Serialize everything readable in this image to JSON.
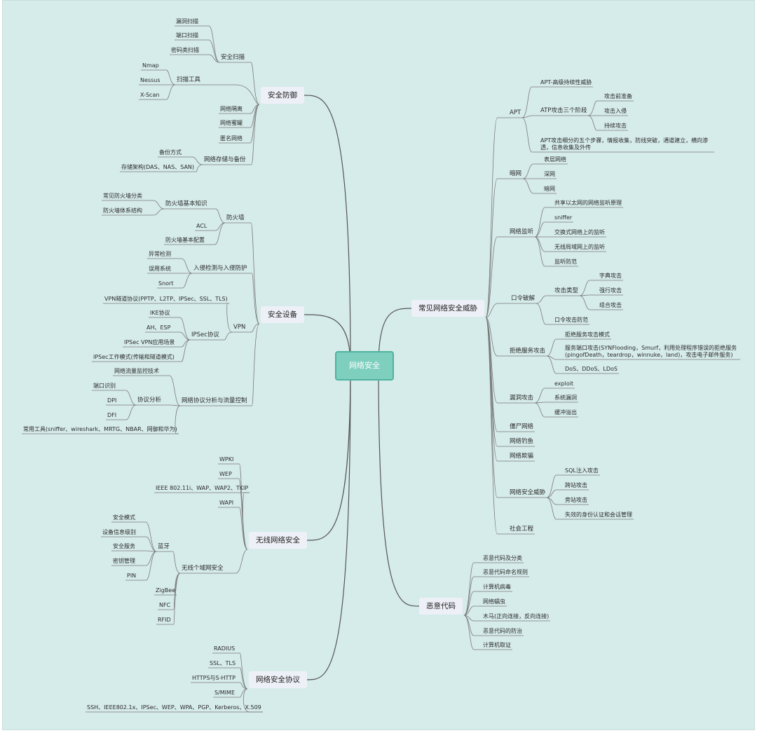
{
  "center": "网络安全",
  "left": [
    {
      "label": "安全防御",
      "children": [
        {
          "label": "安全扫描",
          "children": [
            {
              "label": "漏洞扫描"
            },
            {
              "label": "端口扫描"
            },
            {
              "label": "密码类扫描"
            }
          ]
        },
        {
          "label": "扫描工具",
          "children": [
            {
              "label": "Nmap"
            },
            {
              "label": "Nessus"
            },
            {
              "label": "X-Scan"
            }
          ]
        },
        {
          "label": "网络隔离"
        },
        {
          "label": "网络蜜罐"
        },
        {
          "label": "匿名网络"
        },
        {
          "label": "网络存储与备份",
          "children": [
            {
              "label": "备份方式"
            },
            {
              "label": "存储架构(DAS、NAS、SAN)"
            }
          ]
        }
      ]
    },
    {
      "label": "安全设备",
      "children": [
        {
          "label": "防火墙",
          "children": [
            {
              "label": "防火墙基本知识",
              "children": [
                {
                  "label": "常见防火墙分类"
                },
                {
                  "label": "防火墙体系结构"
                }
              ]
            },
            {
              "label": "ACL"
            },
            {
              "label": "防火墙基本配置"
            }
          ]
        },
        {
          "label": "入侵检测与入侵防护",
          "children": [
            {
              "label": "异常检测"
            },
            {
              "label": "误用系统"
            },
            {
              "label": "Snort"
            }
          ]
        },
        {
          "label": "VPN",
          "children": [
            {
              "label": "VPN隧道协议(PPTP、L2TP、IPSec、SSL、TLS)"
            },
            {
              "label": "IPSec协议",
              "children": [
                {
                  "label": "IKE协议"
                },
                {
                  "label": "AH、ESP"
                },
                {
                  "label": "IPSec VPN应用场景"
                },
                {
                  "label": "IPSec工作模式(传输和隧道模式)"
                }
              ]
            }
          ]
        },
        {
          "label": "网络协议分析与流量控制",
          "children": [
            {
              "label": "网络流量监控技术"
            },
            {
              "label": "协议分析",
              "children": [
                {
                  "label": "端口识别"
                },
                {
                  "label": "DPI"
                },
                {
                  "label": "DFI"
                }
              ]
            },
            {
              "label": "常用工具(sniffer、wireshark、MRTG、NBAR、网御和华为)"
            }
          ]
        }
      ]
    },
    {
      "label": "无线网络安全",
      "children": [
        {
          "label": "WPKI"
        },
        {
          "label": "WEP"
        },
        {
          "label": "IEEE 802.11i、WAP、WAP2、TKIP"
        },
        {
          "label": "WAPI"
        },
        {
          "label": "无线个域网安全",
          "children": [
            {
              "label": "蓝牙",
              "children": [
                {
                  "label": "安全模式"
                },
                {
                  "label": "设备信息级别"
                },
                {
                  "label": "安全服务"
                },
                {
                  "label": "密钥管理"
                },
                {
                  "label": "PIN"
                }
              ]
            },
            {
              "label": "ZigBee"
            },
            {
              "label": "NFC"
            },
            {
              "label": "RFID"
            }
          ]
        }
      ]
    },
    {
      "label": "网络安全协议",
      "children": [
        {
          "label": "RADIUS"
        },
        {
          "label": "SSL、TLS"
        },
        {
          "label": "HTTPS与S-HTTP"
        },
        {
          "label": "S/MIME"
        },
        {
          "label": "SSH、IEEE802.1x、IPSec、WEP、WPA、PGP、Kerberos、X.509"
        }
      ]
    }
  ],
  "right": [
    {
      "label": "常见网络安全威胁",
      "children": [
        {
          "label": "APT",
          "children": [
            {
              "label": "APT-高级持续性威胁"
            },
            {
              "label": "ATP攻击三个阶段",
              "children": [
                {
                  "label": "攻击前准备"
                },
                {
                  "label": "攻击入侵"
                },
                {
                  "label": "持续攻击"
                }
              ]
            },
            {
              "label": "APT攻击细分的五个步骤，情报收集，防线突破，通道建立，横向渗透，信息收集及外传"
            }
          ]
        },
        {
          "label": "暗网",
          "children": [
            {
              "label": "表层网络"
            },
            {
              "label": "深网"
            },
            {
              "label": "暗网"
            }
          ]
        },
        {
          "label": "网络监听",
          "children": [
            {
              "label": "共享以太网的网络监听原理"
            },
            {
              "label": "sniffer"
            },
            {
              "label": "交换式网络上的监听"
            },
            {
              "label": "无线局域网上的监听"
            },
            {
              "label": "监听防范"
            }
          ]
        },
        {
          "label": "口令破解",
          "children": [
            {
              "label": "攻击类型",
              "children": [
                {
                  "label": "字典攻击"
                },
                {
                  "label": "强行攻击"
                },
                {
                  "label": "组合攻击"
                }
              ]
            },
            {
              "label": "口令攻击防范"
            }
          ]
        },
        {
          "label": "拒绝服务攻击",
          "children": [
            {
              "label": "拒绝服务攻击模式"
            },
            {
              "label": "服务端口攻击(SYNFlooding，Smurf，利用处理程序错误的拒绝服务(pingofDeath，teardrop，winnuke，land)，攻击电子邮件服务)"
            },
            {
              "label": "DoS、DDoS、LDoS"
            }
          ]
        },
        {
          "label": "漏洞攻击",
          "children": [
            {
              "label": "exploit"
            },
            {
              "label": "系统漏洞"
            },
            {
              "label": "缓冲溢出"
            }
          ]
        },
        {
          "label": "僵尸网络"
        },
        {
          "label": "网络钓鱼"
        },
        {
          "label": "网络欺骗"
        },
        {
          "label": "网络安全威胁",
          "children": [
            {
              "label": "SQL注入攻击"
            },
            {
              "label": "跨站攻击"
            },
            {
              "label": "旁站攻击"
            },
            {
              "label": "失效的身份认证和会话管理"
            }
          ]
        },
        {
          "label": "社会工程"
        }
      ]
    },
    {
      "label": "恶意代码",
      "children": [
        {
          "label": "恶意代码及分类"
        },
        {
          "label": "恶意代码命名规则"
        },
        {
          "label": "计算机病毒"
        },
        {
          "label": "网络蠕虫"
        },
        {
          "label": "木马(正向连接，反向连接)"
        },
        {
          "label": "恶意代码的防治"
        },
        {
          "label": "计算机取证"
        }
      ]
    }
  ]
}
